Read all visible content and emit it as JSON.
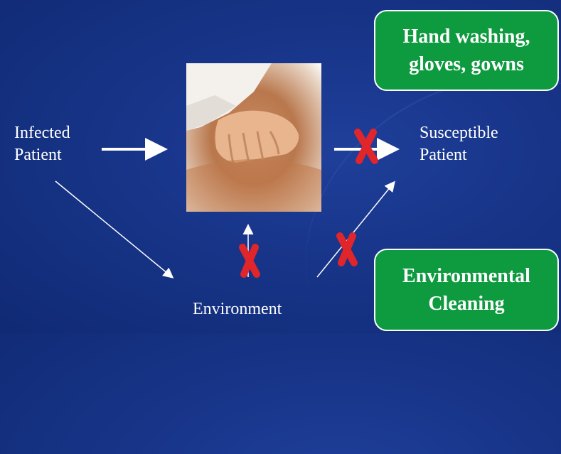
{
  "nodes": {
    "infected_patient": "Infected\nPatient",
    "susceptible_patient": "Susceptible\nPatient",
    "environment": "Environment"
  },
  "callouts": {
    "hand_hygiene": "Hand washing,\ngloves, gowns",
    "environmental_cleaning": "Environmental\nCleaning"
  },
  "image": {
    "description_icon": "hands-on-patient-photo"
  },
  "colors": {
    "background": "#173488",
    "callout_fill": "#0e9a3e",
    "block_mark": "#e0252b",
    "text": "#ffffff"
  }
}
